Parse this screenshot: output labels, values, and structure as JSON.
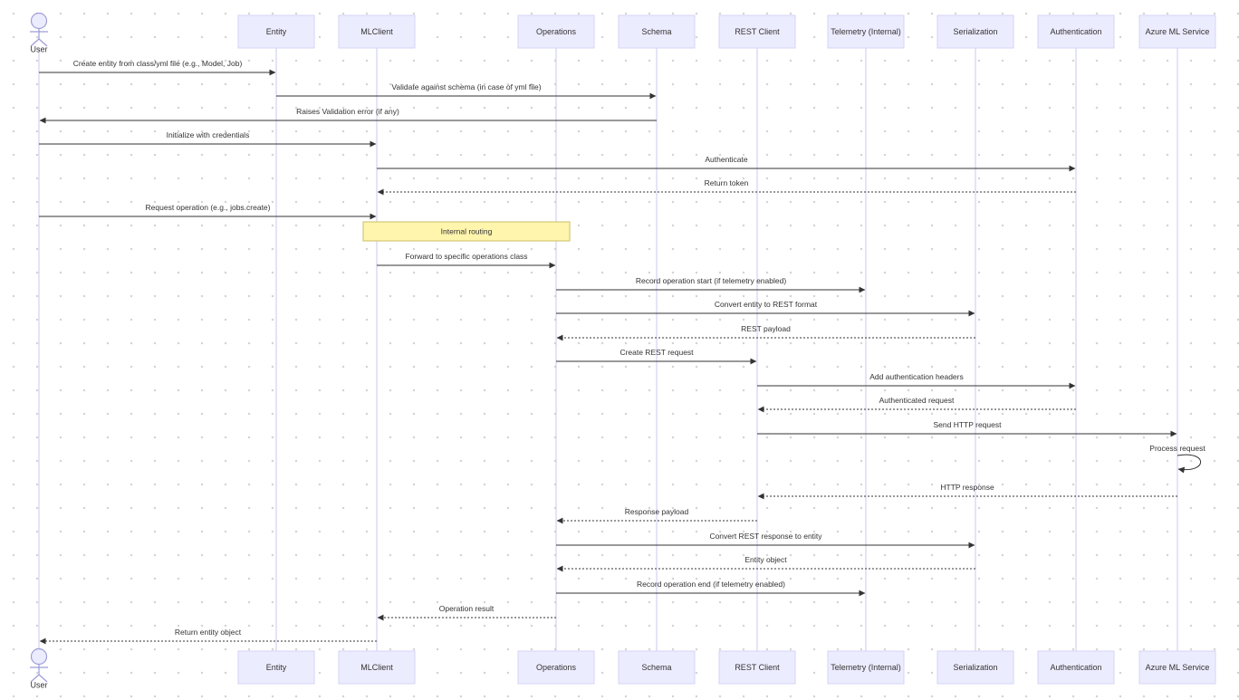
{
  "participants": [
    {
      "id": "user",
      "label": "User",
      "kind": "actor"
    },
    {
      "id": "entity",
      "label": "Entity",
      "kind": "box"
    },
    {
      "id": "mlclient",
      "label": "MLClient",
      "kind": "box"
    },
    {
      "id": "operations",
      "label": "Operations",
      "kind": "box"
    },
    {
      "id": "schema",
      "label": "Schema",
      "kind": "box"
    },
    {
      "id": "rest",
      "label": "REST Client",
      "kind": "box"
    },
    {
      "id": "telemetry",
      "label": "Telemetry (Internal)",
      "kind": "box"
    },
    {
      "id": "serialization",
      "label": "Serialization",
      "kind": "box"
    },
    {
      "id": "auth",
      "label": "Authentication",
      "kind": "box"
    },
    {
      "id": "azure",
      "label": "Azure ML Service",
      "kind": "box"
    }
  ],
  "steps": [
    {
      "type": "message",
      "from": "user",
      "to": "entity",
      "text": "Create entity from class/yml file (e.g., Model, Job)",
      "style": "solid"
    },
    {
      "type": "message",
      "from": "entity",
      "to": "schema",
      "text": "Validate against schema (in case of yml file)",
      "style": "solid"
    },
    {
      "type": "message",
      "from": "schema",
      "to": "user",
      "text": "Raises Validation error (if any)",
      "style": "solid"
    },
    {
      "type": "message",
      "from": "user",
      "to": "mlclient",
      "text": "Initialize with credentials",
      "style": "solid"
    },
    {
      "type": "message",
      "from": "mlclient",
      "to": "auth",
      "text": "Authenticate",
      "style": "solid"
    },
    {
      "type": "message",
      "from": "auth",
      "to": "mlclient",
      "text": "Return token",
      "style": "dotted"
    },
    {
      "type": "message",
      "from": "user",
      "to": "mlclient",
      "text": "Request operation (e.g., jobs.create)",
      "style": "solid"
    },
    {
      "type": "note",
      "from": "mlclient",
      "to": "operations",
      "text": "Internal routing"
    },
    {
      "type": "message",
      "from": "mlclient",
      "to": "operations",
      "text": "Forward to specific operations class",
      "style": "solid"
    },
    {
      "type": "message",
      "from": "operations",
      "to": "telemetry",
      "text": "Record operation start (if telemetry enabled)",
      "style": "solid"
    },
    {
      "type": "message",
      "from": "operations",
      "to": "serialization",
      "text": "Convert entity to REST format",
      "style": "solid"
    },
    {
      "type": "message",
      "from": "serialization",
      "to": "operations",
      "text": "REST payload",
      "style": "dotted"
    },
    {
      "type": "message",
      "from": "operations",
      "to": "rest",
      "text": "Create REST request",
      "style": "solid"
    },
    {
      "type": "message",
      "from": "rest",
      "to": "auth",
      "text": "Add authentication headers",
      "style": "solid"
    },
    {
      "type": "message",
      "from": "auth",
      "to": "rest",
      "text": "Authenticated request",
      "style": "dotted"
    },
    {
      "type": "message",
      "from": "rest",
      "to": "azure",
      "text": "Send HTTP request",
      "style": "solid"
    },
    {
      "type": "self",
      "from": "azure",
      "to": "azure",
      "text": "Process request",
      "style": "solid"
    },
    {
      "type": "message",
      "from": "azure",
      "to": "rest",
      "text": "HTTP response",
      "style": "dotted"
    },
    {
      "type": "message",
      "from": "rest",
      "to": "operations",
      "text": "Response payload",
      "style": "dotted"
    },
    {
      "type": "message",
      "from": "operations",
      "to": "serialization",
      "text": "Convert REST response to entity",
      "style": "solid"
    },
    {
      "type": "message",
      "from": "serialization",
      "to": "operations",
      "text": "Entity object",
      "style": "dotted"
    },
    {
      "type": "message",
      "from": "operations",
      "to": "telemetry",
      "text": "Record operation end (if telemetry enabled)",
      "style": "solid"
    },
    {
      "type": "message",
      "from": "operations",
      "to": "mlclient",
      "text": "Operation result",
      "style": "dotted"
    },
    {
      "type": "message",
      "from": "mlclient",
      "to": "user",
      "text": "Return entity object",
      "style": "dotted"
    }
  ]
}
